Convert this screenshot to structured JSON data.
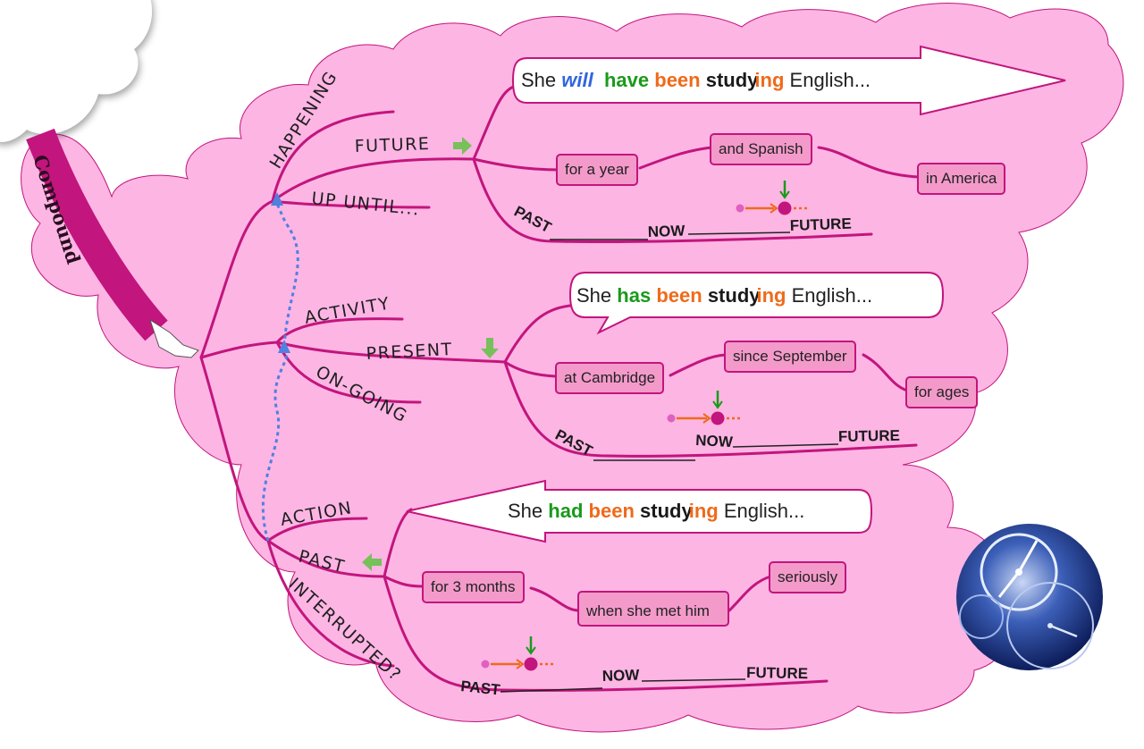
{
  "topic": "Compound",
  "colors": {
    "cloud": "#fdb5e4",
    "branch": "#c2157d",
    "box_fill": "#f49acb",
    "aux": "#1a9a1a",
    "been": "#ef6a1a",
    "will": "#3366dd",
    "arrow": "#77c05a",
    "dotted": "#5080e0"
  },
  "branches": {
    "future": {
      "label": "FUTURE",
      "aspects": [
        "HAPPENING",
        "UP UNTIL..."
      ],
      "sentence": {
        "she": "She",
        "will": "will",
        "aux": "have",
        "been": "been",
        "verb_stem": "study",
        "verb_ing": "ing",
        "object": "English..."
      },
      "boxes": [
        "for a year",
        "and Spanish",
        "in America"
      ],
      "timeline": {
        "past": "PAST",
        "now": "NOW",
        "future": "FUTURE"
      },
      "arrow_icon": "arrow-right-icon"
    },
    "present": {
      "label": "PRESENT",
      "aspects": [
        "ACTIVITY",
        "ON-GOING"
      ],
      "sentence": {
        "she": "She",
        "aux": "has",
        "been": "been",
        "verb_stem": "study",
        "verb_ing": "ing",
        "object": "English..."
      },
      "boxes": [
        "at Cambridge",
        "since September",
        "for ages"
      ],
      "timeline": {
        "past": "PAST",
        "now": "NOW",
        "future": "FUTURE"
      },
      "arrow_icon": "arrow-down-icon"
    },
    "past": {
      "label": "PAST",
      "aspects": [
        "ACTION",
        "INTERRUPTED?"
      ],
      "sentence": {
        "she": "She",
        "aux": "had",
        "been": "been",
        "verb_stem": "study",
        "verb_ing": "ing",
        "object": "English..."
      },
      "boxes": [
        "for 3 months",
        "when she met him",
        "seriously"
      ],
      "timeline": {
        "past": "PAST",
        "now": "NOW",
        "future": "FUTURE"
      },
      "arrow_icon": "arrow-left-icon"
    }
  }
}
